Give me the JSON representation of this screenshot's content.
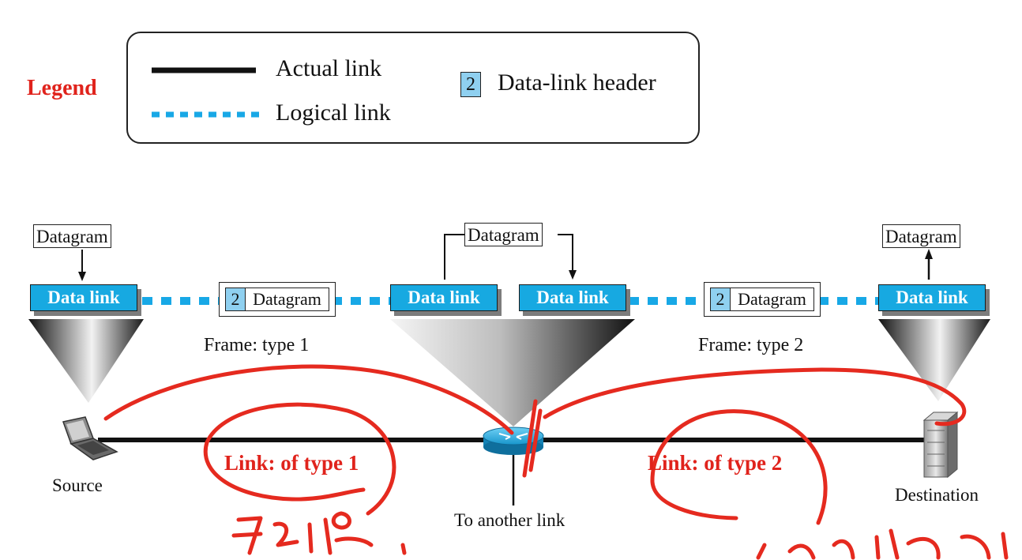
{
  "legend": {
    "title": "Legend",
    "actual_link": "Actual link",
    "logical_link": "Logical link",
    "header_number": "2",
    "header_label": "Data-link header"
  },
  "layers": {
    "datagram_label": "Datagram",
    "data_link_label": "Data link"
  },
  "frames": [
    {
      "number": "2",
      "payload": "Datagram",
      "caption": "Frame: type 1"
    },
    {
      "number": "2",
      "payload": "Datagram",
      "caption": "Frame: type 2"
    }
  ],
  "nodes": {
    "source": "Source",
    "destination": "Destination",
    "router_branch": "To another link"
  },
  "links": {
    "link1": "Link: of type 1",
    "link2": "Link: of type 2"
  },
  "colors": {
    "data_link_fill": "#17a9e1",
    "header_fill": "#8fd0f0",
    "annotation_red": "#e0231c",
    "logical_link": "#18a8e6"
  }
}
